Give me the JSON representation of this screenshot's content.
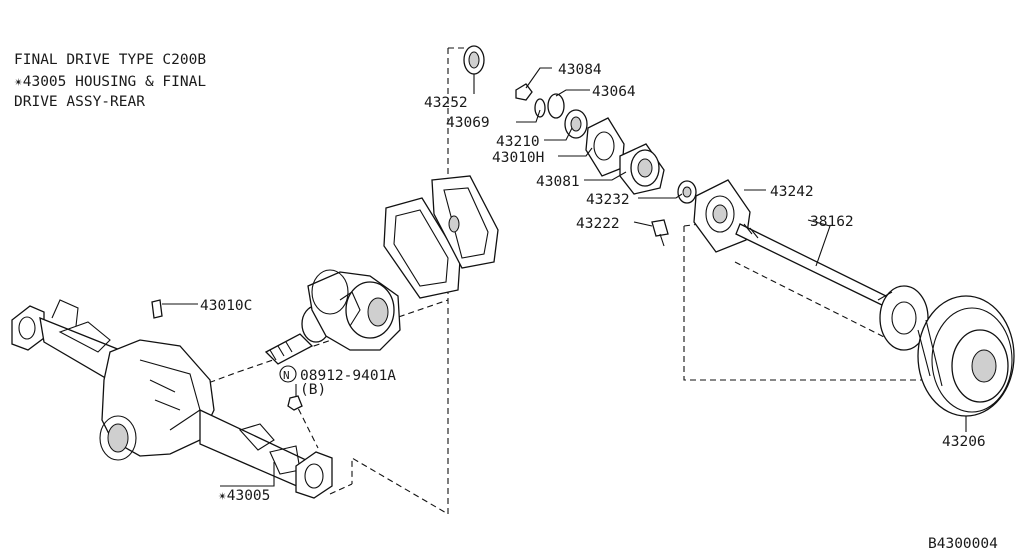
{
  "header": {
    "line1": "FINAL DRIVE TYPE C200B",
    "line2": "✴43005 HOUSING & FINAL",
    "line3": "DRIVE ASSY-REAR"
  },
  "labels": {
    "p43252": "43252",
    "p43084": "43084",
    "p43064": "43064",
    "p43069": "43069",
    "p43210": "43210",
    "p43010H": "43010H",
    "p43081": "43081",
    "p43232": "43232",
    "p43242": "43242",
    "p43222": "43222",
    "p38162": "38162",
    "p43010C": "43010C",
    "p08912": "08912-9401A",
    "p08912_qty": "(B)",
    "p08912_prefix": "N",
    "p43005": "✴43005",
    "p43206": "43206"
  },
  "diagram_code": "B4300004"
}
